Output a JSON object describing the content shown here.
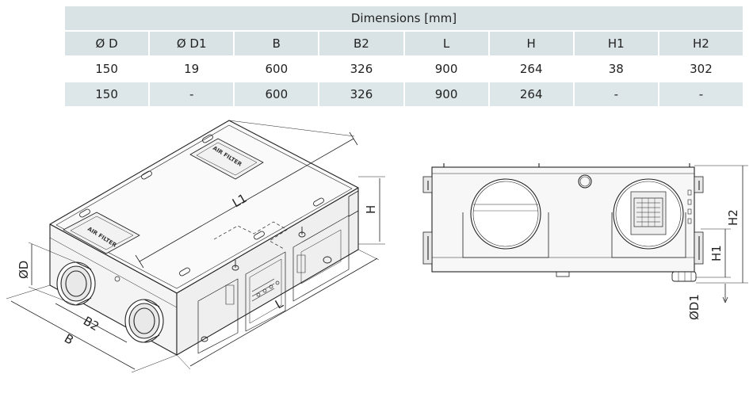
{
  "table": {
    "title": "Dimensions [mm]",
    "headers": [
      "Ø D",
      "Ø D1",
      "B",
      "B2",
      "L",
      "H",
      "H1",
      "H2"
    ],
    "rows": [
      [
        "150",
        "19",
        "600",
        "326",
        "900",
        "264",
        "38",
        "302"
      ],
      [
        "150",
        "-",
        "600",
        "326",
        "900",
        "264",
        "-",
        "-"
      ]
    ]
  },
  "iso_view": {
    "labels": {
      "od": "ØD",
      "b": "B",
      "b2": "B2",
      "l": "L",
      "l1": "L1",
      "h": "H",
      "filter_top": "AIR FILTER",
      "filter_front": "AIR FILTER"
    }
  },
  "side_view": {
    "labels": {
      "h2": "H2",
      "h1": "H1",
      "od1": "ØD1"
    }
  }
}
